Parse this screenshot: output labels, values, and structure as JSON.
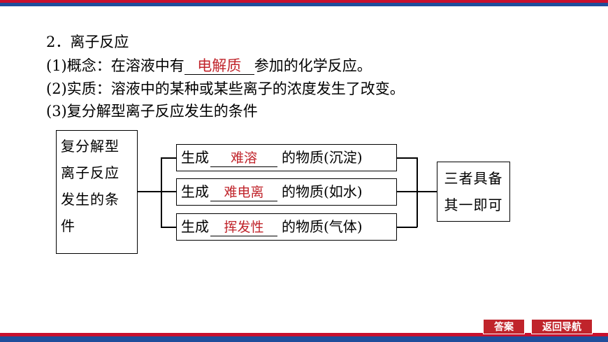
{
  "heading": "2．离子反应",
  "concept": {
    "prefix": "(1)概念：在溶液中有",
    "blank": "电解质",
    "suffix": "参加的化学反应。"
  },
  "essence": "(2)实质：溶液中的某种或某些离子的浓度发生了改变。",
  "conditions_title": "(3)复分解型离子反应发生的条件",
  "diagram": {
    "left_lines": [
      "复分解型",
      "离子反应",
      "发生的条",
      "件"
    ],
    "rows": [
      {
        "prefix": "生成",
        "blank": "难溶",
        "suffix": "的物质(沉淀)"
      },
      {
        "prefix": "生成",
        "blank": "难电离",
        "suffix": "的物质(如水)"
      },
      {
        "prefix": "生成",
        "blank": "挥发性",
        "suffix": "的物质(气体)"
      }
    ],
    "right_lines": [
      "三者具备",
      "其一即可"
    ]
  },
  "nav": {
    "answer": "答案",
    "back": "返回导航"
  },
  "colors": {
    "top_red": "#c8102e",
    "top_blue": "#1f4e9c",
    "fill_in": "#c0242b"
  }
}
